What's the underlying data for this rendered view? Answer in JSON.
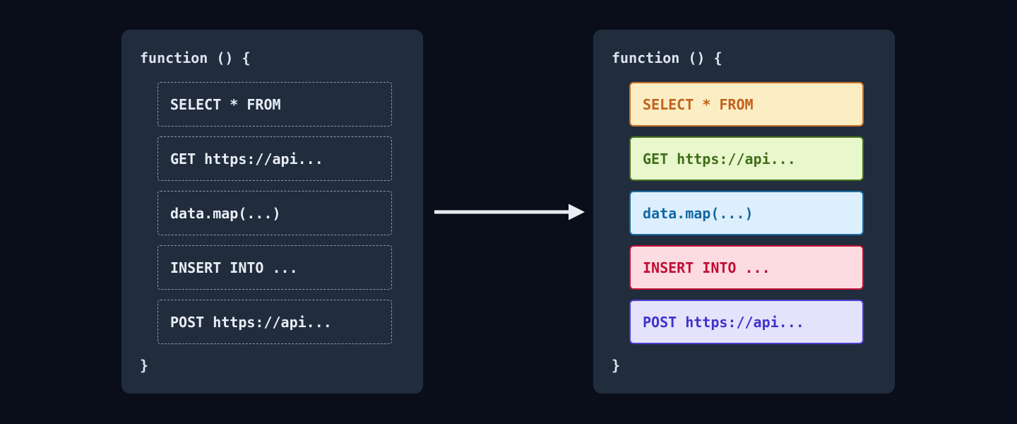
{
  "page": {
    "background": "#0a0e1b",
    "panel_background": "#212c3d",
    "title_color": "#dde4ee",
    "dashed_border_color": "#8e99ab",
    "dashed_text_color": "#e9eef5"
  },
  "left_panel": {
    "title": "function () {",
    "closing_brace": "}",
    "items": [
      {
        "name": "sql-select-placeholder",
        "label": "SELECT * FROM"
      },
      {
        "name": "http-get-placeholder",
        "label": "GET https://api..."
      },
      {
        "name": "map-transform-placeholder",
        "label": "data.map(...)"
      },
      {
        "name": "sql-insert-placeholder",
        "label": "INSERT INTO ..."
      },
      {
        "name": "http-post-placeholder",
        "label": "POST https://api..."
      }
    ]
  },
  "right_panel": {
    "title": "function () {",
    "closing_brace": "}",
    "items": [
      {
        "name": "sql-select-block",
        "label": "SELECT * FROM",
        "bg": "#fbeec4",
        "border": "#ca752c",
        "text": "#c2611c"
      },
      {
        "name": "http-get-block",
        "label": "GET https://api...",
        "bg": "#e9f7cc",
        "border": "#4a7420",
        "text": "#3f6e19"
      },
      {
        "name": "map-transform-block",
        "label": "data.map(...)",
        "bg": "#ddeffc",
        "border": "#1e6fa5",
        "text": "#1268a2"
      },
      {
        "name": "sql-insert-block",
        "label": "INSERT INTO ...",
        "bg": "#fcdce1",
        "border": "#c11238",
        "text": "#c00d35"
      },
      {
        "name": "http-post-block",
        "label": "POST https://api...",
        "bg": "#e4e3fb",
        "border": "#4b3fd0",
        "text": "#4032cb"
      }
    ]
  },
  "arrow": {
    "color": "#e9edf3"
  }
}
